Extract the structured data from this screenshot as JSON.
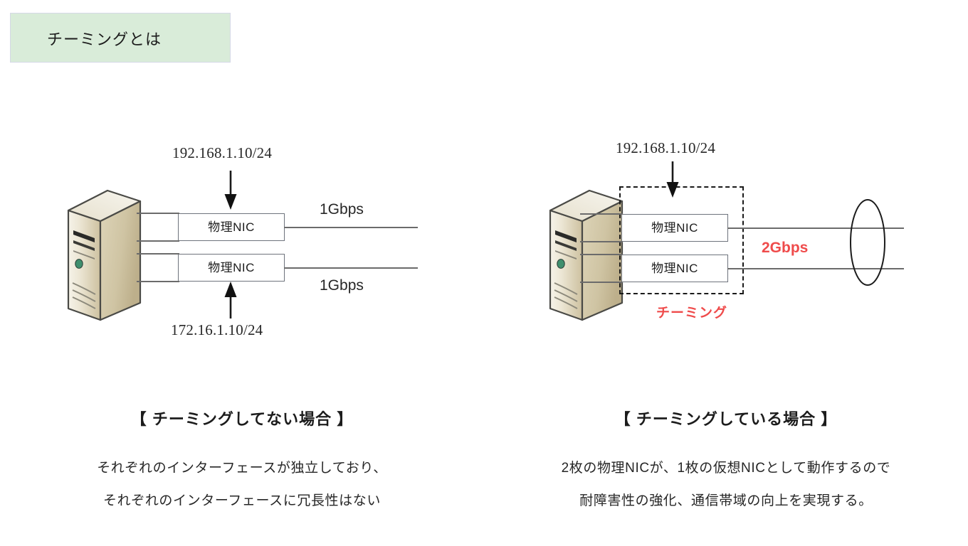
{
  "title": {
    "text": "チーミングとは",
    "background": "#d9ecd9",
    "border": "#d5d8e6"
  },
  "colors": {
    "accent_red": "#ef4b4b",
    "cable": "#6b6b6b",
    "nic_border": "#6e737c",
    "server_body": "#cfc4a4",
    "server_top": "#efeadb",
    "server_led": "#3f8f6e"
  },
  "left_diagram": {
    "name": "チーミングしてない場合",
    "server_label": "server-tower",
    "ip_top": "192.168.1.10/24",
    "ip_bottom": "172.16.1.10/24",
    "nics": [
      {
        "label": "物理NIC",
        "speed": "1Gbps"
      },
      {
        "label": "物理NIC",
        "speed": "1Gbps"
      }
    ],
    "speed_top": "1Gbps",
    "speed_bottom": "1Gbps"
  },
  "right_diagram": {
    "name": "チーミングしている場合",
    "server_label": "server-tower",
    "ip_top": "192.168.1.10/24",
    "nics": [
      {
        "label": "物理NIC"
      },
      {
        "label": "物理NIC"
      }
    ],
    "teaming_label": "チーミング",
    "speed": "2Gbps"
  },
  "captions": {
    "left": {
      "heading": "【 チーミングしてない場合 】",
      "line1": "それぞれのインターフェースが独立しており、",
      "line2": "それぞれのインターフェースに冗長性はない"
    },
    "right": {
      "heading": "【 チーミングしている場合 】",
      "line1": "2枚の物理NICが、1枚の仮想NICとして動作するので",
      "line2": "耐障害性の強化、通信帯域の向上を実現する。"
    }
  }
}
